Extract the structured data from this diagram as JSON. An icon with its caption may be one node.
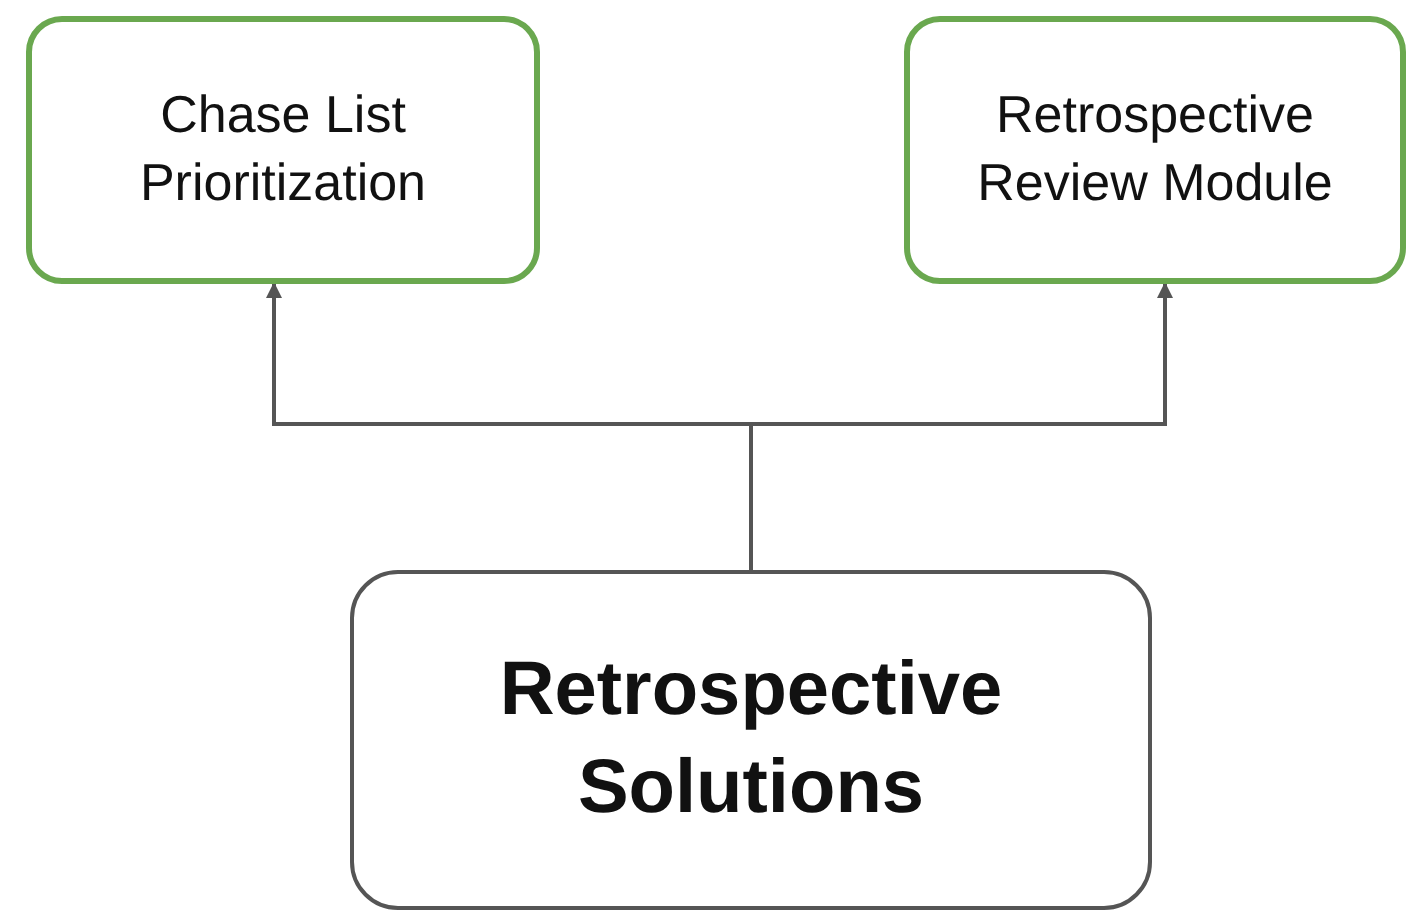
{
  "diagram": {
    "nodes": [
      {
        "text": [
          "Chase List Prioritization"
        ]
      },
      {
        "text": [
          "Retrospective Review Module"
        ]
      },
      {
        "text": [
          "Retrospective Solutions"
        ]
      }
    ],
    "edges": [
      {
        "from": 2,
        "to": 0,
        "arrow": "to"
      },
      {
        "from": 2,
        "to": 1,
        "arrow": "to"
      }
    ]
  }
}
